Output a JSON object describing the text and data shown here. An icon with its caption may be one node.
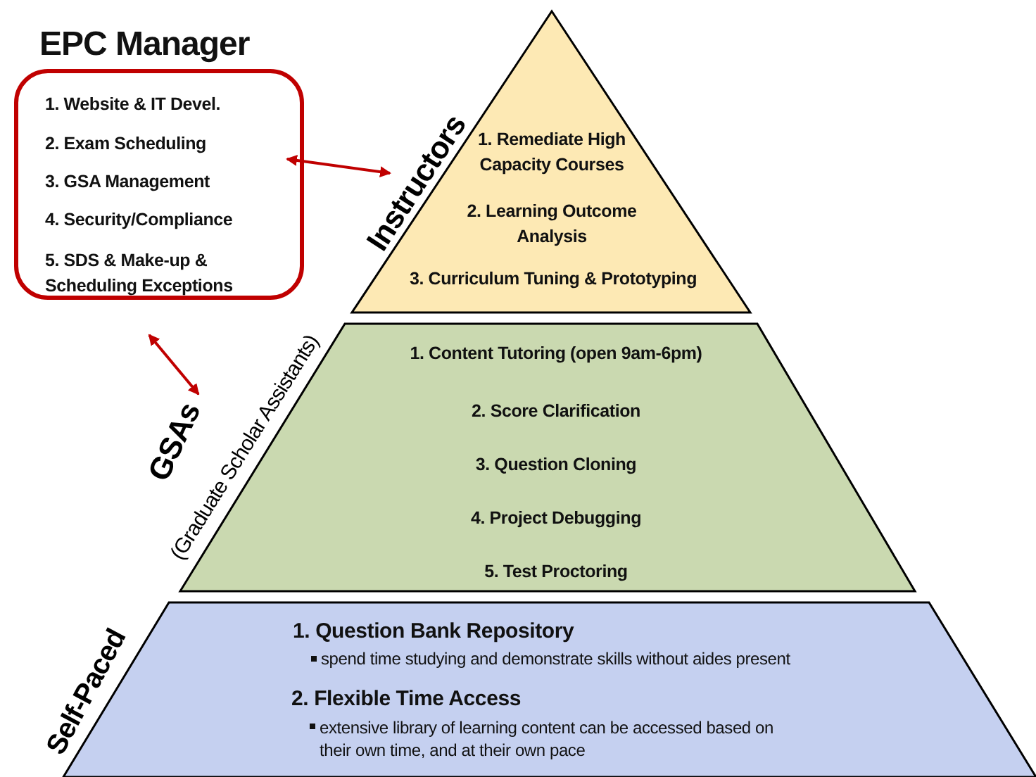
{
  "diagram": {
    "nodes": [
      {
        "text": [
          "EPC Manager",
          "1. Website & IT Devel.",
          "2. Exam Scheduling",
          "3. GSA Management",
          "4. Security/Compliance",
          "5. SDS & Make-up & Scheduling Exceptions"
        ]
      },
      {
        "text": [
          "Instructors",
          "1. Remediate High Capacity Courses",
          "2. Learning Outcome Analysis",
          "3. Curriculum Tuning & Prototyping"
        ]
      },
      {
        "text": [
          "GSAs",
          "(Graduate Scholar Assistants)",
          "1. Content Tutoring (open 9am-6pm)",
          "2. Score Clarification",
          "3. Question Cloning",
          "4. Project Debugging",
          "5. Test Proctoring"
        ]
      },
      {
        "text": [
          "Self-Paced",
          "1. Question Bank Repository",
          "spend time studying and demonstrate skills without aides present",
          "2. Flexible Time Access",
          "extensive library of learning content can be accessed based on their own time, and at their own pace"
        ]
      }
    ],
    "edges": [
      {
        "from": 0,
        "to": 1,
        "arrow": "both"
      },
      {
        "from": 0,
        "to": 2,
        "arrow": "both"
      }
    ]
  }
}
